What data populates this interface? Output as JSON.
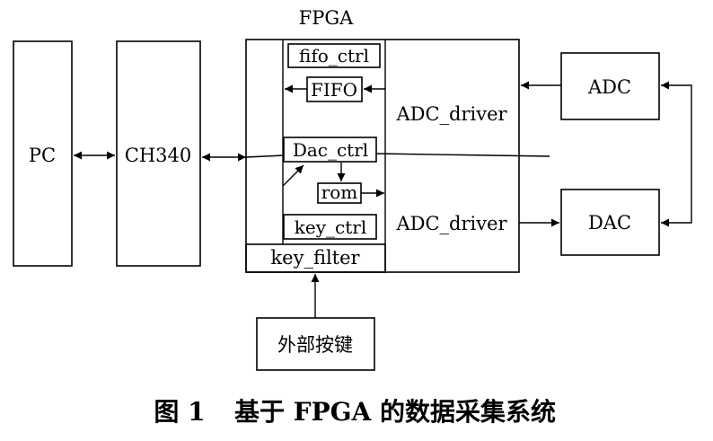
{
  "fpga_title": "FPGA",
  "blocks": {
    "pc": "PC",
    "ch340": "CH340",
    "fifo_ctrl": "fifo_ctrl",
    "fifo": "FIFO",
    "adc_driver_top": "ADC_driver",
    "dac_ctrl": "Dac_ctrl",
    "rom": "rom",
    "adc_driver_bottom": "ADC_driver",
    "key_ctrl": "key_ctrl",
    "key_filter": "key_filter",
    "adc": "ADC",
    "dac": "DAC",
    "external_key": "外部按键"
  },
  "caption": {
    "figure": "图 1",
    "title": "基于 FPGA 的数据采集系统"
  }
}
